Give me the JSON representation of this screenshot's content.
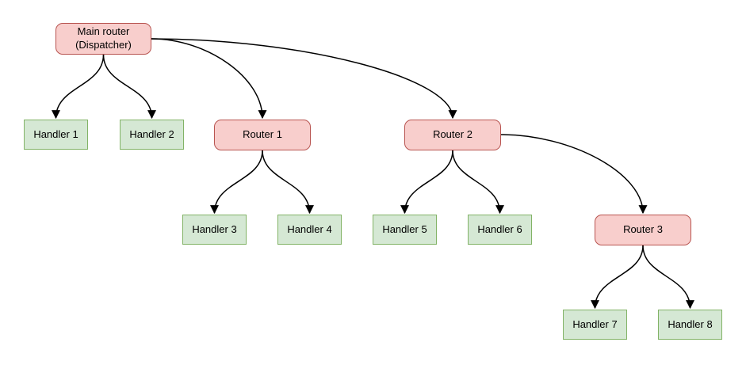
{
  "colors": {
    "background": "#ffffff",
    "text": "#000000",
    "edge": "#000000",
    "router_fill": "#f8cecc",
    "router_border": "#b85450",
    "handler_fill": "#d5e8d4",
    "handler_border": "#82b366"
  },
  "nodes": {
    "main_router": {
      "line1": "Main router",
      "line2": "(Dispatcher)",
      "type": "router"
    },
    "handler1": {
      "label": "Handler 1",
      "type": "handler"
    },
    "handler2": {
      "label": "Handler 2",
      "type": "handler"
    },
    "router1": {
      "label": "Router 1",
      "type": "router"
    },
    "router2": {
      "label": "Router 2",
      "type": "router"
    },
    "handler3": {
      "label": "Handler 3",
      "type": "handler"
    },
    "handler4": {
      "label": "Handler 4",
      "type": "handler"
    },
    "handler5": {
      "label": "Handler 5",
      "type": "handler"
    },
    "handler6": {
      "label": "Handler 6",
      "type": "handler"
    },
    "router3": {
      "label": "Router 3",
      "type": "router"
    },
    "handler7": {
      "label": "Handler 7",
      "type": "handler"
    },
    "handler8": {
      "label": "Handler 8",
      "type": "handler"
    }
  },
  "edges": [
    {
      "from": "Main router (Dispatcher)",
      "to": "Handler 1"
    },
    {
      "from": "Main router (Dispatcher)",
      "to": "Handler 2"
    },
    {
      "from": "Main router (Dispatcher)",
      "to": "Router 1"
    },
    {
      "from": "Main router (Dispatcher)",
      "to": "Router 2"
    },
    {
      "from": "Router 1",
      "to": "Handler 3"
    },
    {
      "from": "Router 1",
      "to": "Handler 4"
    },
    {
      "from": "Router 2",
      "to": "Handler 5"
    },
    {
      "from": "Router 2",
      "to": "Handler 6"
    },
    {
      "from": "Router 2",
      "to": "Router 3"
    },
    {
      "from": "Router 3",
      "to": "Handler 7"
    },
    {
      "from": "Router 3",
      "to": "Handler 8"
    }
  ]
}
